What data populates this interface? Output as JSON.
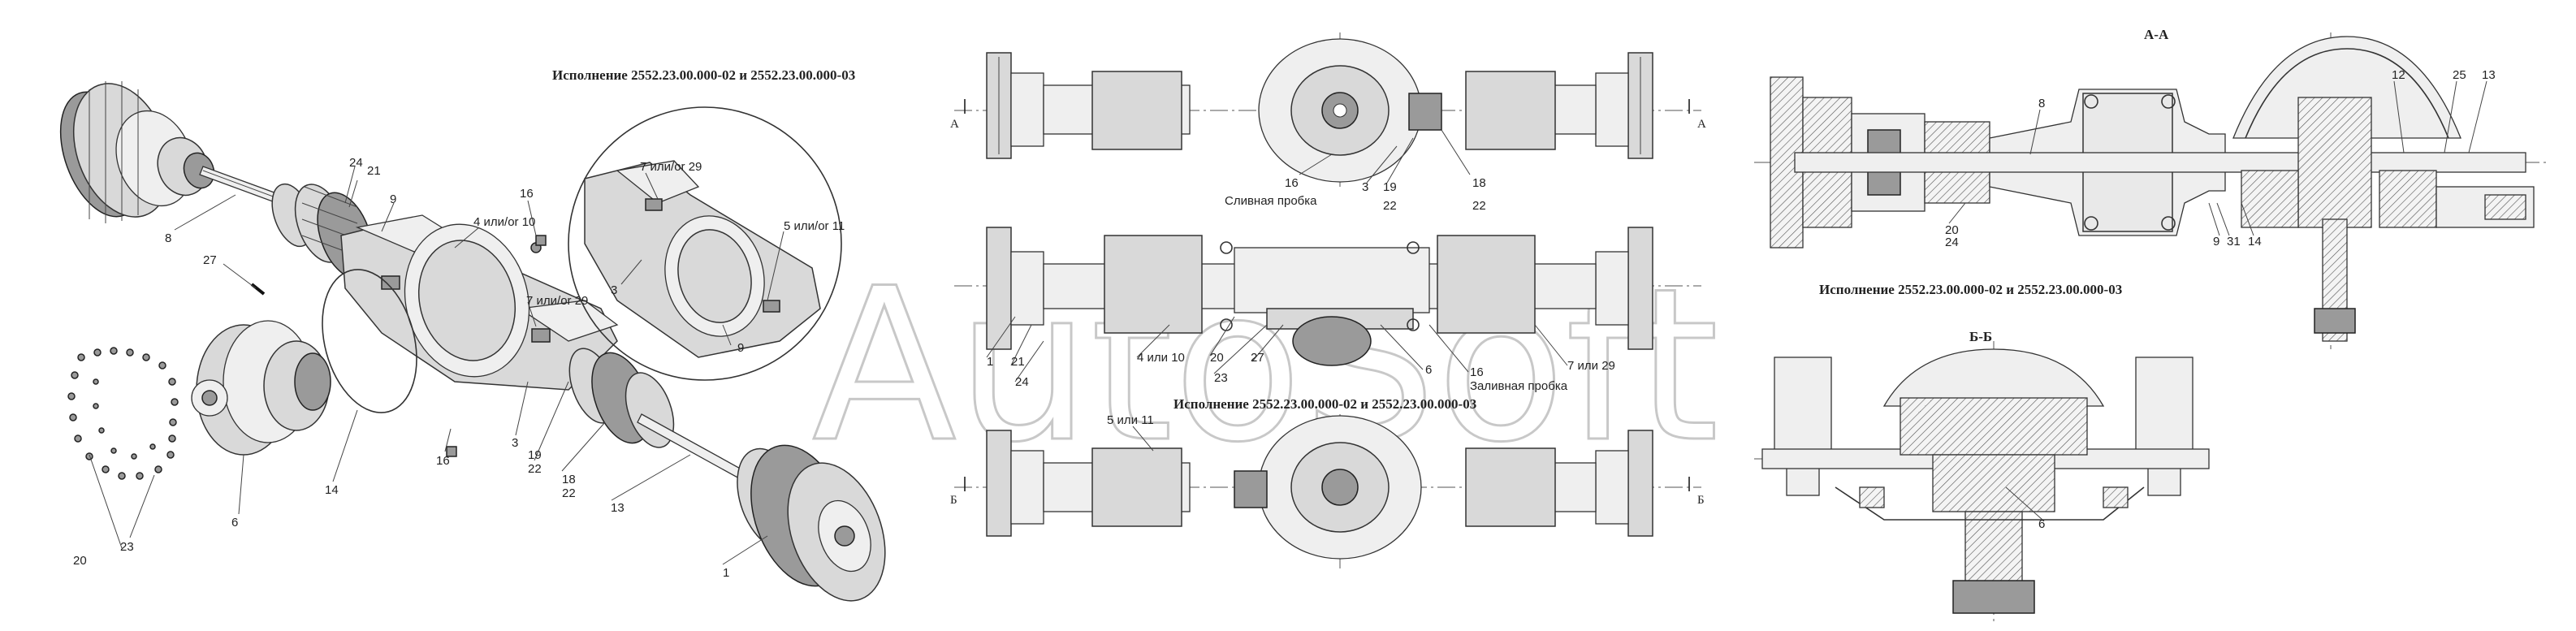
{
  "watermark": "AutoSoft",
  "variant_title": "Исполнение 2552.23.00.000-02 и 2552.23.00.000-03",
  "section_aa": "А-А",
  "section_bb": "Б-Б",
  "drain_plug": "Сливная пробка",
  "fill_plug": "Заливная пробка",
  "section_marks": {
    "a": "А",
    "b": "Б"
  },
  "exploded_labels": {
    "l1": "1",
    "l3": "3",
    "l6": "6",
    "l8": "8",
    "l9": "9",
    "l13": "13",
    "l14": "14",
    "l16a": "16",
    "l16b": "16",
    "l19": "19",
    "l22a": "22",
    "l18": "18",
    "l22b": "22",
    "l20": "20",
    "l21": "21",
    "l23": "23",
    "l24": "24",
    "l27": "27",
    "l4_10": "4 или/or 10",
    "l7_29": "7 или/or 29"
  },
  "circle_labels": {
    "c3": "3",
    "c9": "9",
    "c7_29": "7 или/or 29",
    "c5_11": "5 или/or 11"
  },
  "ortho_top_labels": {
    "t16": "16",
    "t3": "3",
    "t19": "19",
    "t22a": "22",
    "t18": "18",
    "t22b": "22"
  },
  "ortho_mid_labels": {
    "m1": "1",
    "m21": "21",
    "m24": "24",
    "m4_10": "4 или 10",
    "m20": "20",
    "m23": "23",
    "m27": "27",
    "m6": "6",
    "m16": "16",
    "m7_29": "7 или 29"
  },
  "ortho_bot_labels": {
    "b5_11": "5 или 11"
  },
  "section_aa_labels": {
    "s8": "8",
    "s12": "12",
    "s25": "25",
    "s13": "13",
    "s9": "9",
    "s31": "31",
    "s14": "14",
    "s20": "20",
    "s24": "24"
  },
  "section_bb_labels": {
    "s6": "6"
  }
}
